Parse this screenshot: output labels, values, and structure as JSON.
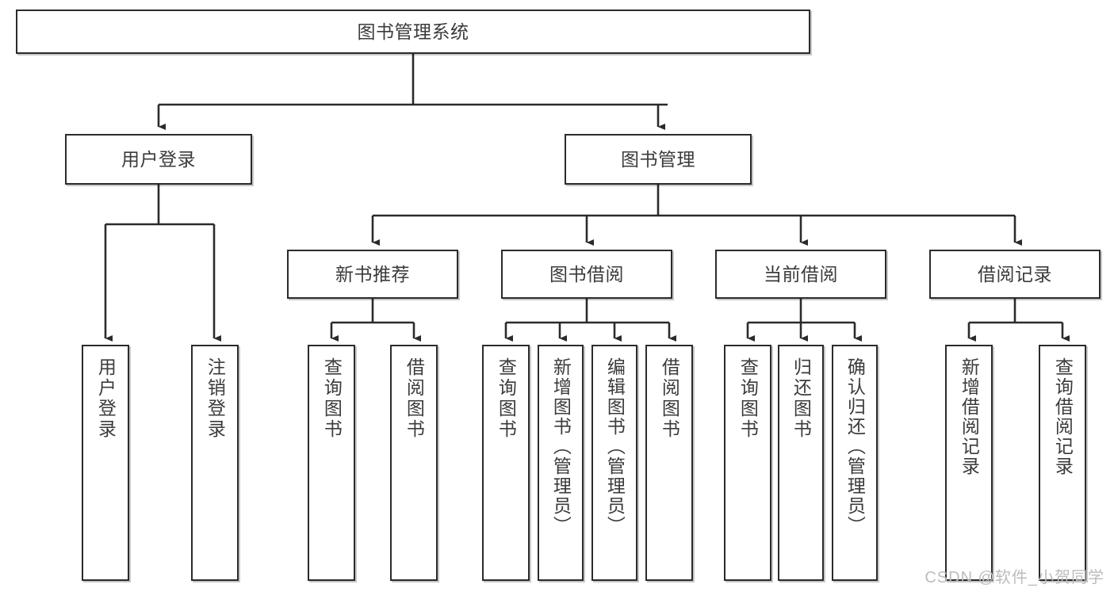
{
  "diagram": {
    "type": "tree-hierarchy",
    "title": "图书管理系统",
    "root": {
      "id": "root",
      "label": "图书管理系统"
    },
    "level2": [
      {
        "id": "user-login",
        "label": "用户登录"
      },
      {
        "id": "book-management",
        "label": "图书管理"
      }
    ],
    "level3": [
      {
        "id": "new-book-recommend",
        "label": "新书推荐",
        "parent": "book-management"
      },
      {
        "id": "book-borrow",
        "label": "图书借阅",
        "parent": "book-management"
      },
      {
        "id": "current-borrow",
        "label": "当前借阅",
        "parent": "book-management"
      },
      {
        "id": "borrow-record",
        "label": "借阅记录",
        "parent": "book-management"
      }
    ],
    "leaves": [
      {
        "id": "leaf-user-login",
        "label": "用户登录",
        "parent": "user-login"
      },
      {
        "id": "leaf-user-logout",
        "label": "注销登录",
        "parent": "user-login"
      },
      {
        "id": "leaf-query-book-1",
        "label": "查询图书",
        "parent": "new-book-recommend"
      },
      {
        "id": "leaf-borrow-book-1",
        "label": "借阅图书",
        "parent": "new-book-recommend"
      },
      {
        "id": "leaf-query-book-2",
        "label": "查询图书",
        "parent": "book-borrow"
      },
      {
        "id": "leaf-add-book",
        "label": "新增图书（管理员）",
        "parent": "book-borrow"
      },
      {
        "id": "leaf-edit-book",
        "label": "编辑图书（管理员）",
        "parent": "book-borrow"
      },
      {
        "id": "leaf-borrow-book-2",
        "label": "借阅图书",
        "parent": "book-borrow"
      },
      {
        "id": "leaf-query-book-3",
        "label": "查询图书",
        "parent": "current-borrow"
      },
      {
        "id": "leaf-return-book",
        "label": "归还图书",
        "parent": "current-borrow"
      },
      {
        "id": "leaf-confirm-return",
        "label": "确认归还（管理员）",
        "parent": "current-borrow"
      },
      {
        "id": "leaf-add-record",
        "label": "新增借阅记录",
        "parent": "borrow-record"
      },
      {
        "id": "leaf-query-record",
        "label": "查询借阅记录",
        "parent": "borrow-record"
      }
    ]
  },
  "watermark": {
    "text": "CSDN @软件_小贺同学"
  },
  "colors": {
    "box_border": "#2b2b2b",
    "box_fill": "#ffffff",
    "text": "#3b3b3b",
    "connector": "#2b2b2b",
    "watermark": "#bcbcbc",
    "background": "#ffffff"
  }
}
